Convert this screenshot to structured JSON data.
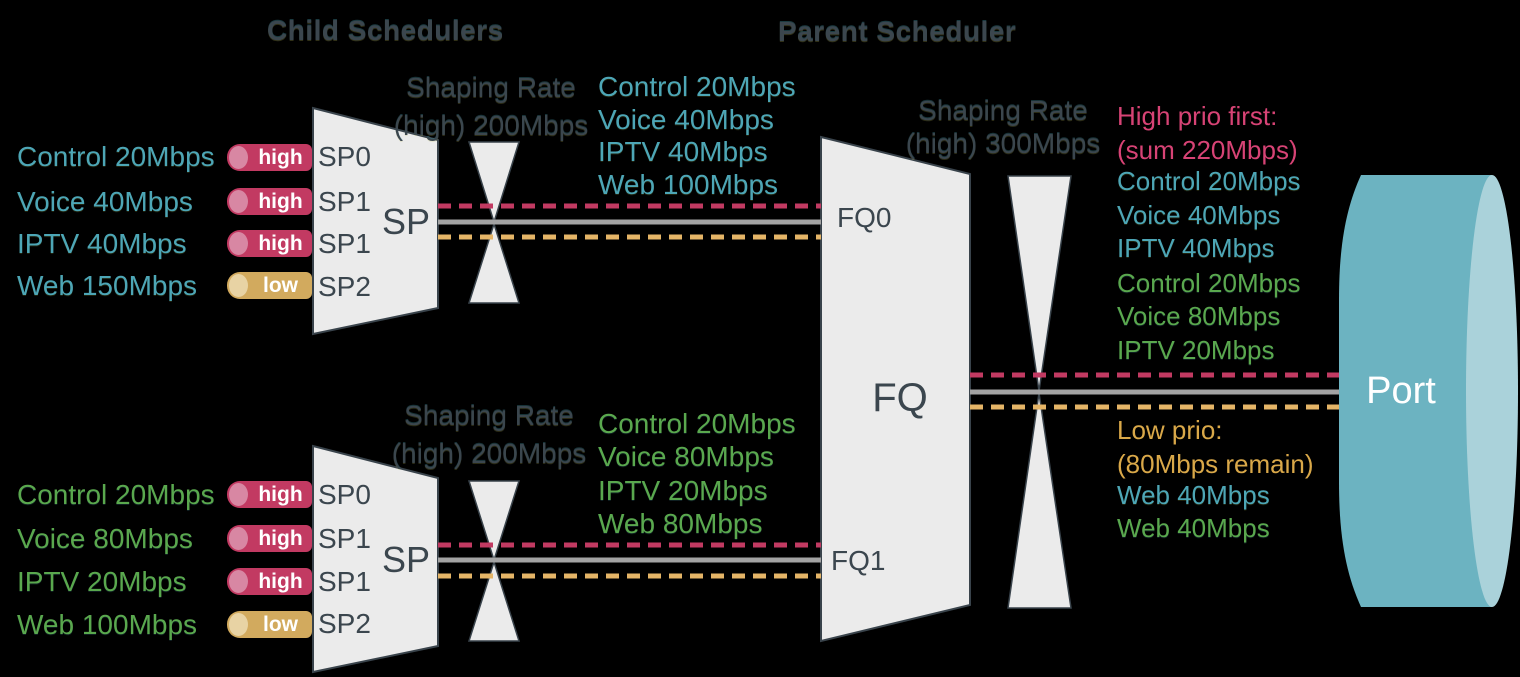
{
  "titles": {
    "child": "Child Schedulers",
    "parent": "Parent Scheduler"
  },
  "child1": {
    "shaping": {
      "line1": "Shaping Rate",
      "line2": "(high) 200Mbps"
    },
    "scheduler_label": "SP",
    "inputs": [
      {
        "label": "Control 20Mbps",
        "priority": "high",
        "queue": "SP0"
      },
      {
        "label": "Voice 40Mbps",
        "priority": "high",
        "queue": "SP1"
      },
      {
        "label": "IPTV 40Mbps",
        "priority": "high",
        "queue": "SP1"
      },
      {
        "label": "Web 150Mbps",
        "priority": "low",
        "queue": "SP2"
      }
    ],
    "outputs": [
      "Control 20Mbps",
      "Voice 40Mbps",
      "IPTV 40Mbps",
      "Web 100Mbps"
    ]
  },
  "child2": {
    "shaping": {
      "line1": "Shaping Rate",
      "line2": "(high) 200Mbps"
    },
    "scheduler_label": "SP",
    "inputs": [
      {
        "label": "Control 20Mbps",
        "priority": "high",
        "queue": "SP0"
      },
      {
        "label": "Voice 80Mbps",
        "priority": "high",
        "queue": "SP1"
      },
      {
        "label": "IPTV 20Mbps",
        "priority": "high",
        "queue": "SP1"
      },
      {
        "label": "Web 100Mbps",
        "priority": "low",
        "queue": "SP2"
      }
    ],
    "outputs": [
      "Control 20Mbps",
      "Voice 80Mbps",
      "IPTV 20Mbps",
      "Web 80Mbps"
    ]
  },
  "parent": {
    "shaping": {
      "line1": "Shaping Rate",
      "line2": "(high) 300Mbps"
    },
    "scheduler_label": "FQ",
    "queues": [
      "FQ0",
      "FQ1"
    ],
    "high_prio": {
      "title": "High prio first:",
      "subtitle": "(sum 220Mbps)",
      "items": [
        {
          "label": "Control 20Mbps",
          "tone": "teal"
        },
        {
          "label": "Voice 40Mbps",
          "tone": "teal"
        },
        {
          "label": "IPTV 40Mbps",
          "tone": "teal"
        },
        {
          "label": "Control 20Mbps",
          "tone": "green"
        },
        {
          "label": "Voice 80Mbps",
          "tone": "green"
        },
        {
          "label": "IPTV 20Mbps",
          "tone": "green"
        }
      ]
    },
    "low_prio": {
      "title": "Low prio:",
      "subtitle": "(80Mbps remain)",
      "items": [
        {
          "label": "Web 40Mbps",
          "tone": "teal"
        },
        {
          "label": "Web 40Mbps",
          "tone": "green"
        }
      ]
    }
  },
  "port": {
    "label": "Port"
  },
  "colors": {
    "background": "#000000",
    "teal_text": "#4da6b6",
    "green_text": "#5aa84e",
    "crimson_text": "#d74375",
    "orange_text": "#d9a849",
    "dark_text": "#3b464e",
    "shape_fill": "#ebebeb",
    "shape_stroke": "#39434b",
    "pill_high": "#c23a62",
    "pill_high_cap": "#d887a3",
    "pill_low": "#d2aa5e",
    "pill_low_cap": "#e8d3a4",
    "line_pink": "#c23a62",
    "line_gray": "#a3a3a3",
    "line_orange": "#e5b567",
    "port_body": "#6cb3c1",
    "port_cap": "#aad2da",
    "port_text": "#ffffff"
  }
}
